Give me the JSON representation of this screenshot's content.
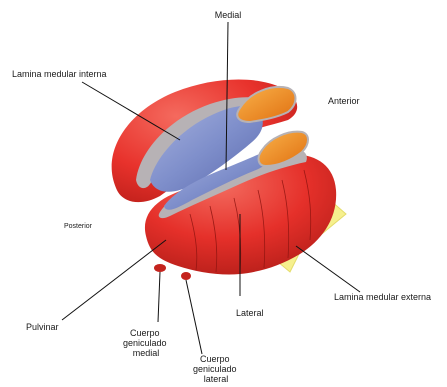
{
  "labels": {
    "medial": "Medial",
    "lamina_interna": "Lamina medular interna",
    "anterior": "Anterior",
    "posterior": "Posterior",
    "lateral": "Lateral",
    "lamina_externa": "Lamina medular externa",
    "pulvinar": "Pulvinar",
    "cuerpo_medial": [
      "Cuerpo",
      "geniculado",
      "medial"
    ],
    "cuerpo_lateral": [
      "Cuerpo",
      "geniculado",
      "lateral"
    ]
  },
  "colors": {
    "thalamus_red": "#e8322c",
    "thalamus_red_dark": "#b71c17",
    "medial_surface_blue": "#7f8fcb",
    "anterior_nucleus_orange": "#f08a1c",
    "lamina_band_gray": "#b7b2b5",
    "external_lamina_yellow": "#f6f08e"
  }
}
